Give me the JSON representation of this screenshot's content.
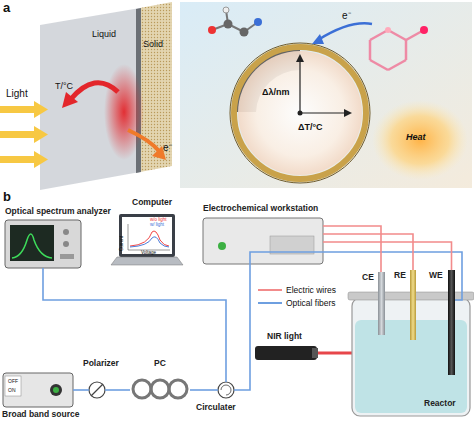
{
  "diagram": {
    "nodes": [
      {
        "text": [
          "Optical spectrum analyzer"
        ]
      },
      {
        "text": [
          "Computer"
        ]
      },
      {
        "text": [
          "Electrochemical workstation"
        ]
      },
      {
        "text": [
          "Broad band source"
        ]
      },
      {
        "text": [
          "Polarizer"
        ]
      },
      {
        "text": [
          "PC"
        ]
      },
      {
        "text": [
          "Circulater"
        ]
      },
      {
        "text": [
          "NIR light"
        ]
      },
      {
        "text": [
          "Reactor"
        ]
      },
      {
        "text": [
          "CE"
        ],
        "in": 8
      },
      {
        "text": [
          "RE"
        ],
        "in": 8
      },
      {
        "text": [
          "WE"
        ],
        "in": 8
      }
    ],
    "edges": [
      {
        "from": 3,
        "to": 4,
        "arrow": "none"
      },
      {
        "from": 4,
        "to": 5,
        "arrow": "none"
      },
      {
        "from": 5,
        "to": 6,
        "arrow": "none"
      },
      {
        "from": 6,
        "to": 0,
        "arrow": "none"
      },
      {
        "from": 6,
        "to": 11,
        "arrow": "none"
      },
      {
        "from": 2,
        "to": 9,
        "arrow": "none"
      },
      {
        "from": 2,
        "to": 10,
        "arrow": "none"
      },
      {
        "from": 2,
        "to": 11,
        "arrow": "none"
      }
    ],
    "labels": [
      "a",
      "Light",
      "Liquid",
      "Solid",
      "T/°C",
      "e⁻",
      "e⁻",
      "Δλ/nm",
      "ΔT/°C",
      "Heat",
      "b",
      "w/o light",
      "w/ light",
      "Current",
      "Voltage",
      "OFF",
      "ON"
    ],
    "legend": [
      {
        "text": "Electric wires",
        "color": "#f28b8b"
      },
      {
        "text": "Optical fibers",
        "color": "#6e9fe0"
      }
    ]
  }
}
